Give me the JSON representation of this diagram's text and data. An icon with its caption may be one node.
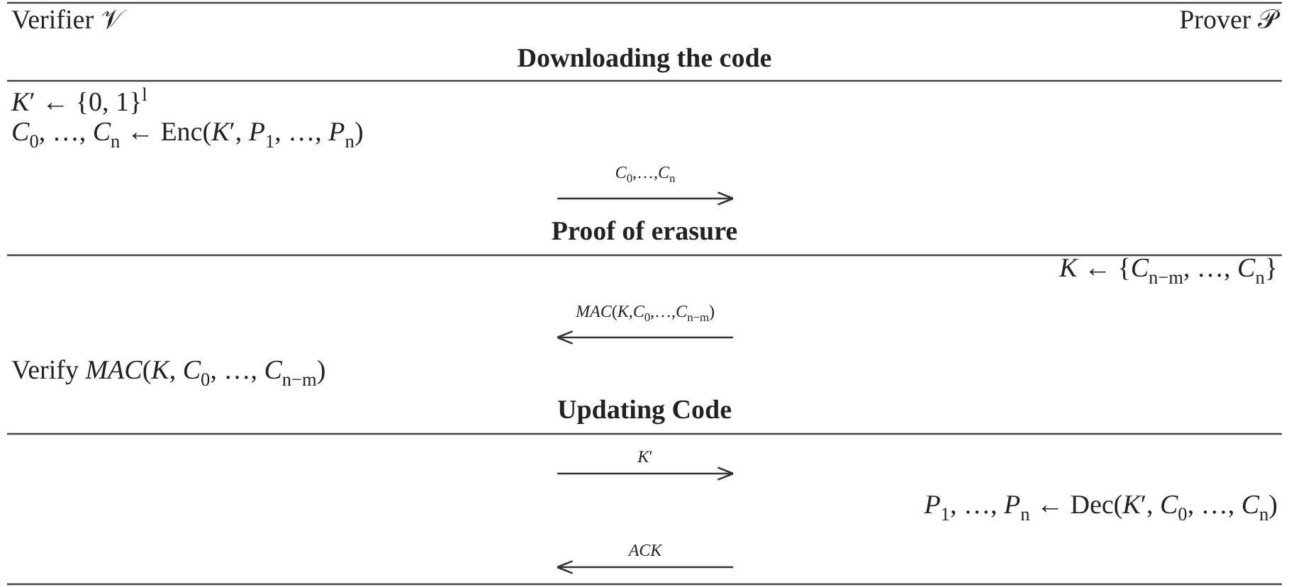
{
  "diagram": {
    "labels": [
      "Verifier 𝒱",
      "Prover 𝒫",
      "Downloading the code",
      "*K*′ ← {0, 1}$^{l}$",
      "*C*$_{0}$, …, *C*$_{n}$ ← Enc(*K*′, *P*$_{1}$, …, *P*$_{n}$)",
      "*C*$_{0}$,…,*C*$_{n}$",
      "Proof of erasure",
      "*K* ← {*C*$_{n−m}$, …, *C*$_{n}$}",
      "*MAC*(*K*,*C*$_{0}$,…,*C*$_{n−m}$)",
      "Verify *MAC*(*K*, *C*$_{0}$, …, *C*$_{n−m}$)",
      "Updating Code",
      "*K*′",
      "*P*$_{1}$, …, *P*$_{n}$ ← Dec(*K*′, *C*$_{0}$, …, *C*$_{n}$)",
      "*ACK*"
    ]
  }
}
